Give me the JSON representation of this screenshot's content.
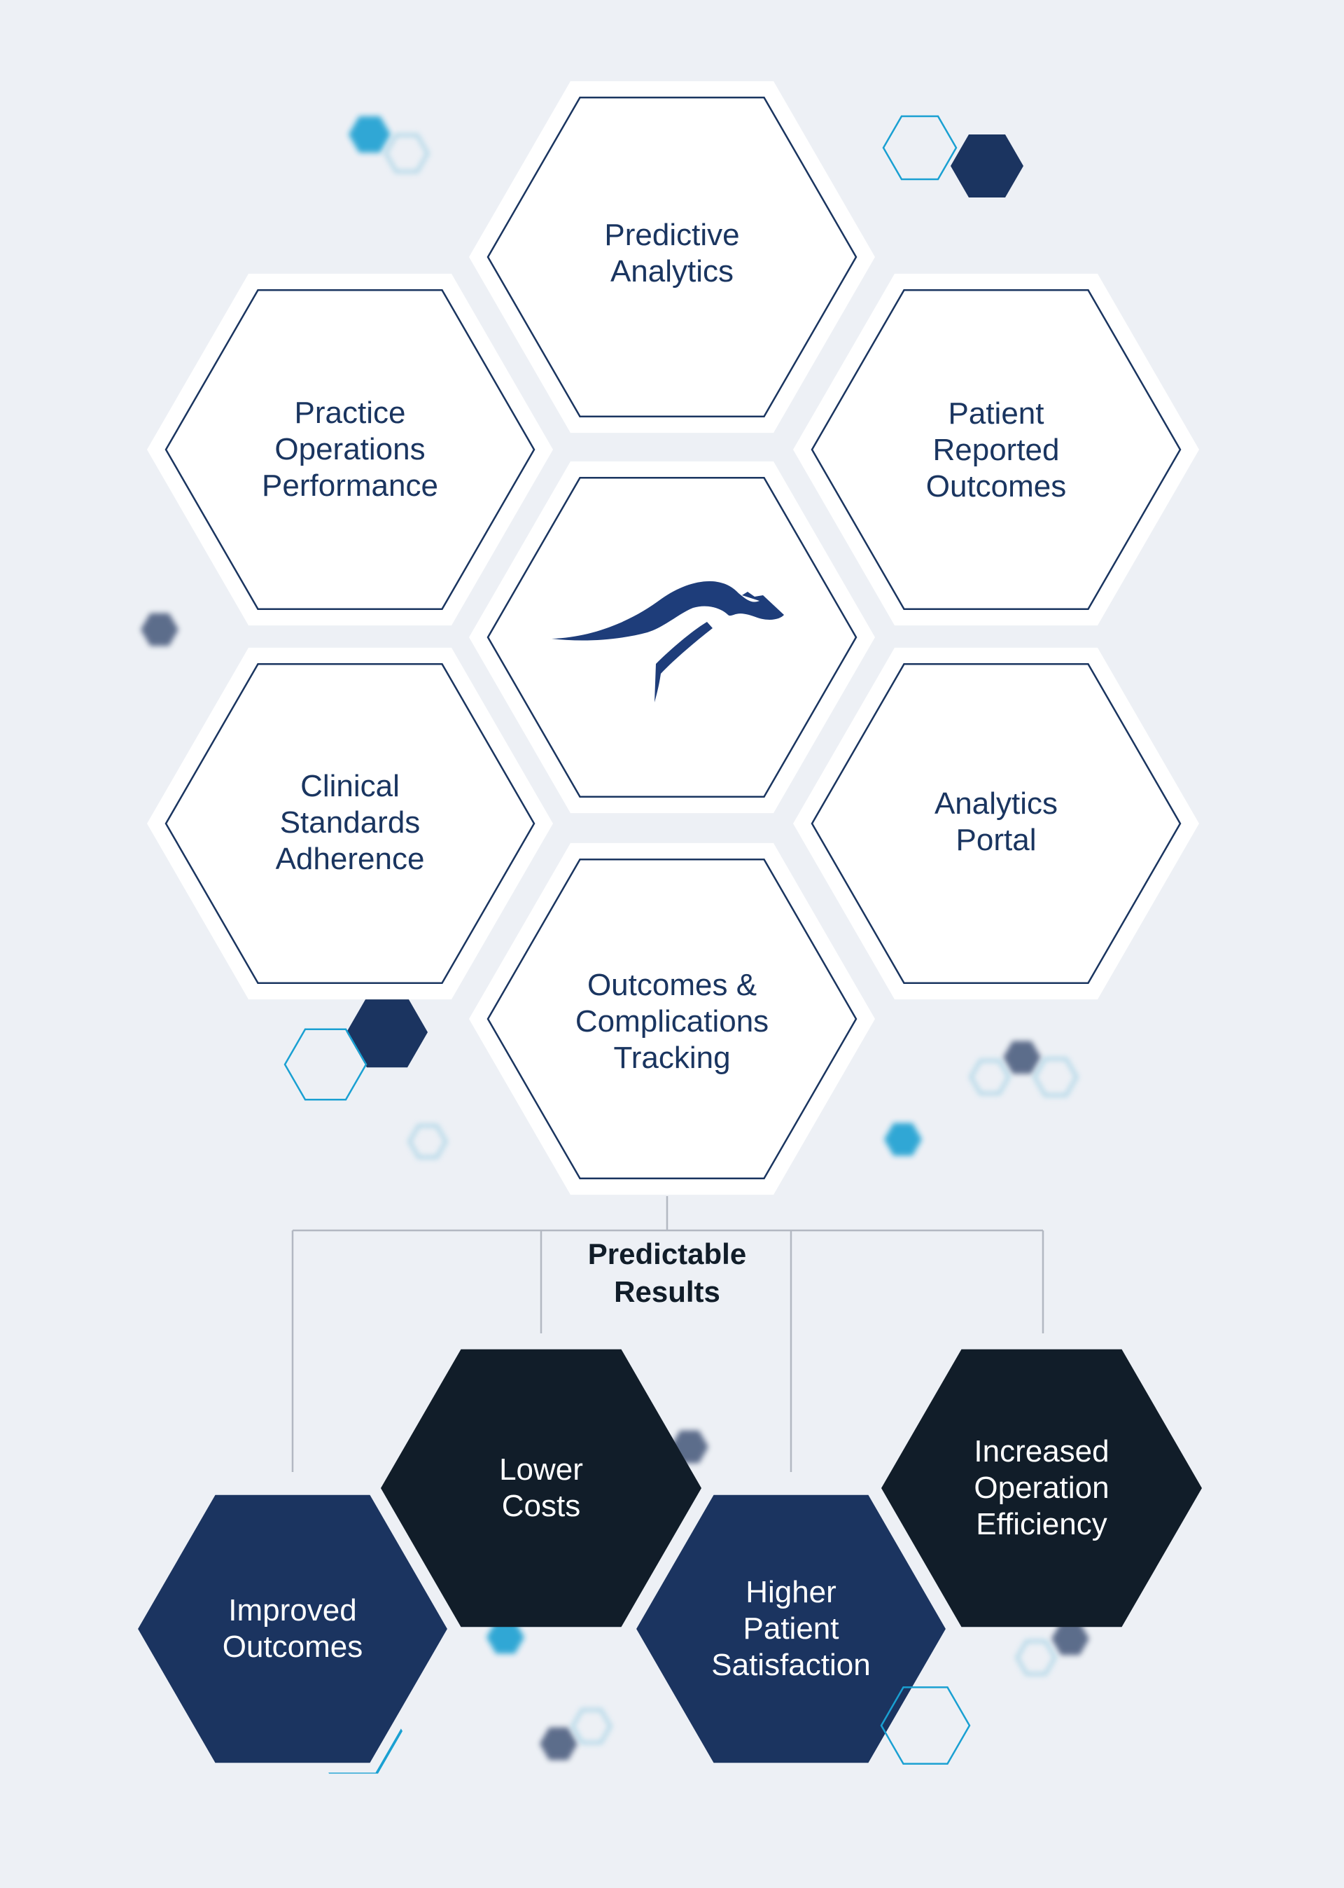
{
  "colors": {
    "background": "#edf0f5",
    "hex_fill": "#ffffff",
    "hex_stroke": "#1a3560",
    "light_text": "#1a3560",
    "navy": "#1b3460",
    "black_navy": "#111d29",
    "accent_cyan": "#1aa0d2",
    "slate": "#4e5f80",
    "connector": "#b3b8c2",
    "result_text": "#ffffff"
  },
  "capabilities": [
    {
      "id": "predictive-analytics",
      "lines": [
        "Predictive",
        "Analytics"
      ]
    },
    {
      "id": "practice-operations-performance",
      "lines": [
        "Practice",
        "Operations",
        "Performance"
      ]
    },
    {
      "id": "patient-reported-outcomes",
      "lines": [
        "Patient",
        "Reported",
        "Outcomes"
      ]
    },
    {
      "id": "center-logo",
      "icon": "kangaroo-logo-icon"
    },
    {
      "id": "clinical-standards-adherence",
      "lines": [
        "Clinical",
        "Standards",
        "Adherence"
      ]
    },
    {
      "id": "analytics-portal",
      "lines": [
        "Analytics",
        "Portal"
      ]
    },
    {
      "id": "outcomes-complications-tracking",
      "lines": [
        "Outcomes &",
        "Complications",
        "Tracking"
      ]
    }
  ],
  "results_title": [
    "Predictable",
    "Results"
  ],
  "results": [
    {
      "id": "improved-outcomes",
      "lines": [
        "Improved",
        "Outcomes"
      ],
      "color": "navy"
    },
    {
      "id": "lower-costs",
      "lines": [
        "Lower",
        "Costs"
      ],
      "color": "black_navy"
    },
    {
      "id": "higher-patient-satisfaction",
      "lines": [
        "Higher",
        "Patient",
        "Satisfaction"
      ],
      "color": "navy"
    },
    {
      "id": "increased-operation-efficiency",
      "lines": [
        "Increased",
        "Operation",
        "Efficiency"
      ],
      "color": "black_navy"
    }
  ]
}
